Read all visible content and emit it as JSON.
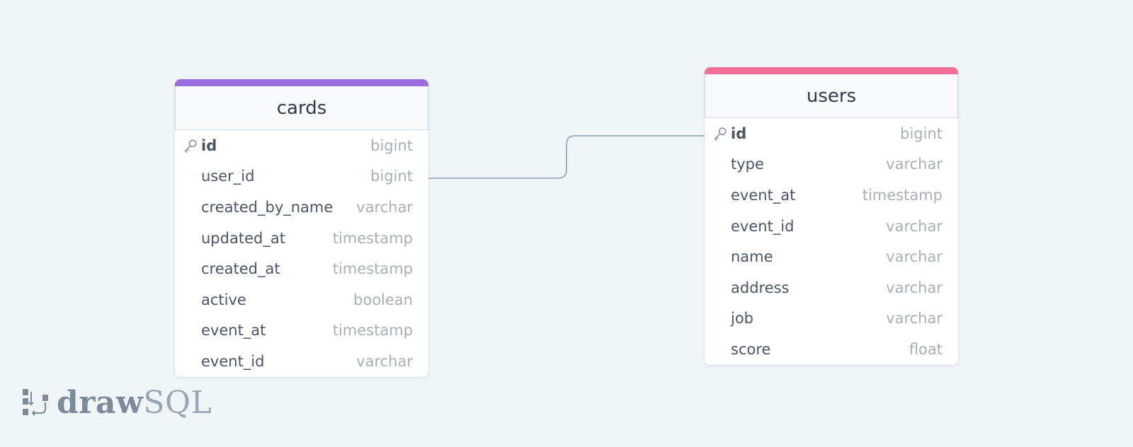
{
  "colors": {
    "cards_accent": "#9b6cdf",
    "users_accent": "#f26f97",
    "connector": "#a3b3c6",
    "background": "#f0f5f8"
  },
  "tables": {
    "cards": {
      "title": "cards",
      "columns": [
        {
          "name": "id",
          "type": "bigint",
          "primary_key": true
        },
        {
          "name": "user_id",
          "type": "bigint"
        },
        {
          "name": "created_by_name",
          "type": "varchar"
        },
        {
          "name": "updated_at",
          "type": "timestamp"
        },
        {
          "name": "created_at",
          "type": "timestamp"
        },
        {
          "name": "active",
          "type": "boolean"
        },
        {
          "name": "event_at",
          "type": "timestamp"
        },
        {
          "name": "event_id",
          "type": "varchar"
        }
      ]
    },
    "users": {
      "title": "users",
      "columns": [
        {
          "name": "id",
          "type": "bigint",
          "primary_key": true
        },
        {
          "name": "type",
          "type": "varchar"
        },
        {
          "name": "event_at",
          "type": "timestamp"
        },
        {
          "name": "event_id",
          "type": "varchar"
        },
        {
          "name": "name",
          "type": "varchar"
        },
        {
          "name": "address",
          "type": "varchar"
        },
        {
          "name": "job",
          "type": "varchar"
        },
        {
          "name": "score",
          "type": "float"
        }
      ]
    }
  },
  "relations": [
    {
      "from": "cards.user_id",
      "to": "users.id"
    }
  ],
  "logo": {
    "brand_bold": "draw",
    "brand_light": "SQL",
    "icon": "drawsql-logo-icon"
  }
}
